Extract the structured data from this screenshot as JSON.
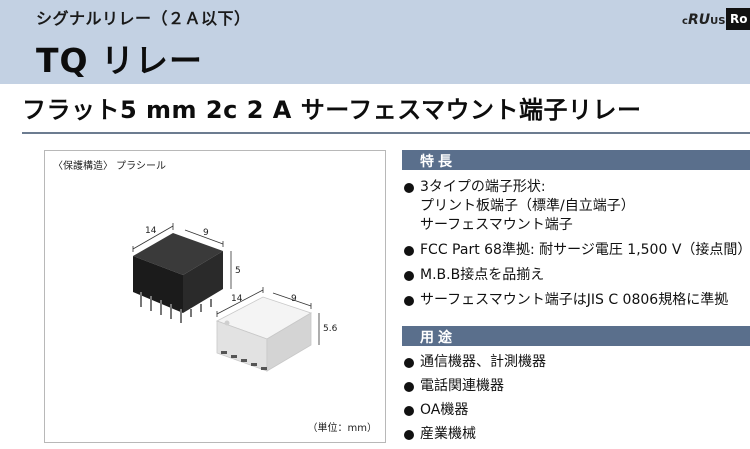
{
  "header": {
    "category": "シグナルリレー（２Ａ以下）",
    "title": "TQ リレー",
    "cert_ul_text": "c",
    "cert_ul_mark": "RU",
    "cert_ul_suffix": "US",
    "cert_rohs": "Ro"
  },
  "subtitle": "フラット5 mm 2c 2 A サーフェスマウント端子リレー",
  "image_box": {
    "caption": "〈保護構造〉 プラシール",
    "unit_note": "（単位：mm）",
    "dim_black": {
      "length": "14",
      "width": "9",
      "height": "5"
    },
    "dim_white": {
      "length": "14",
      "width": "9",
      "height": "5.6"
    }
  },
  "features": {
    "heading": "特長",
    "items": [
      {
        "lines": [
          "3タイプの端子形状:",
          "プリント板端子（標準/自立端子）",
          "サーフェスマウント端子"
        ]
      },
      {
        "lines": [
          "FCC Part 68準拠: 耐サージ電圧 1,500 V（接点間）"
        ]
      },
      {
        "lines": [
          "M.B.B接点を品揃え"
        ]
      },
      {
        "lines": [
          "サーフェスマウント端子はJIS C 0806規格に準拠"
        ]
      }
    ]
  },
  "uses": {
    "heading": "用途",
    "items": [
      "通信機器、計測機器",
      "電話関連機器",
      "OA機器",
      "産業機械"
    ]
  },
  "colors": {
    "header_bg": "#c3d1e3",
    "section_bar": "#5a6f8c"
  }
}
